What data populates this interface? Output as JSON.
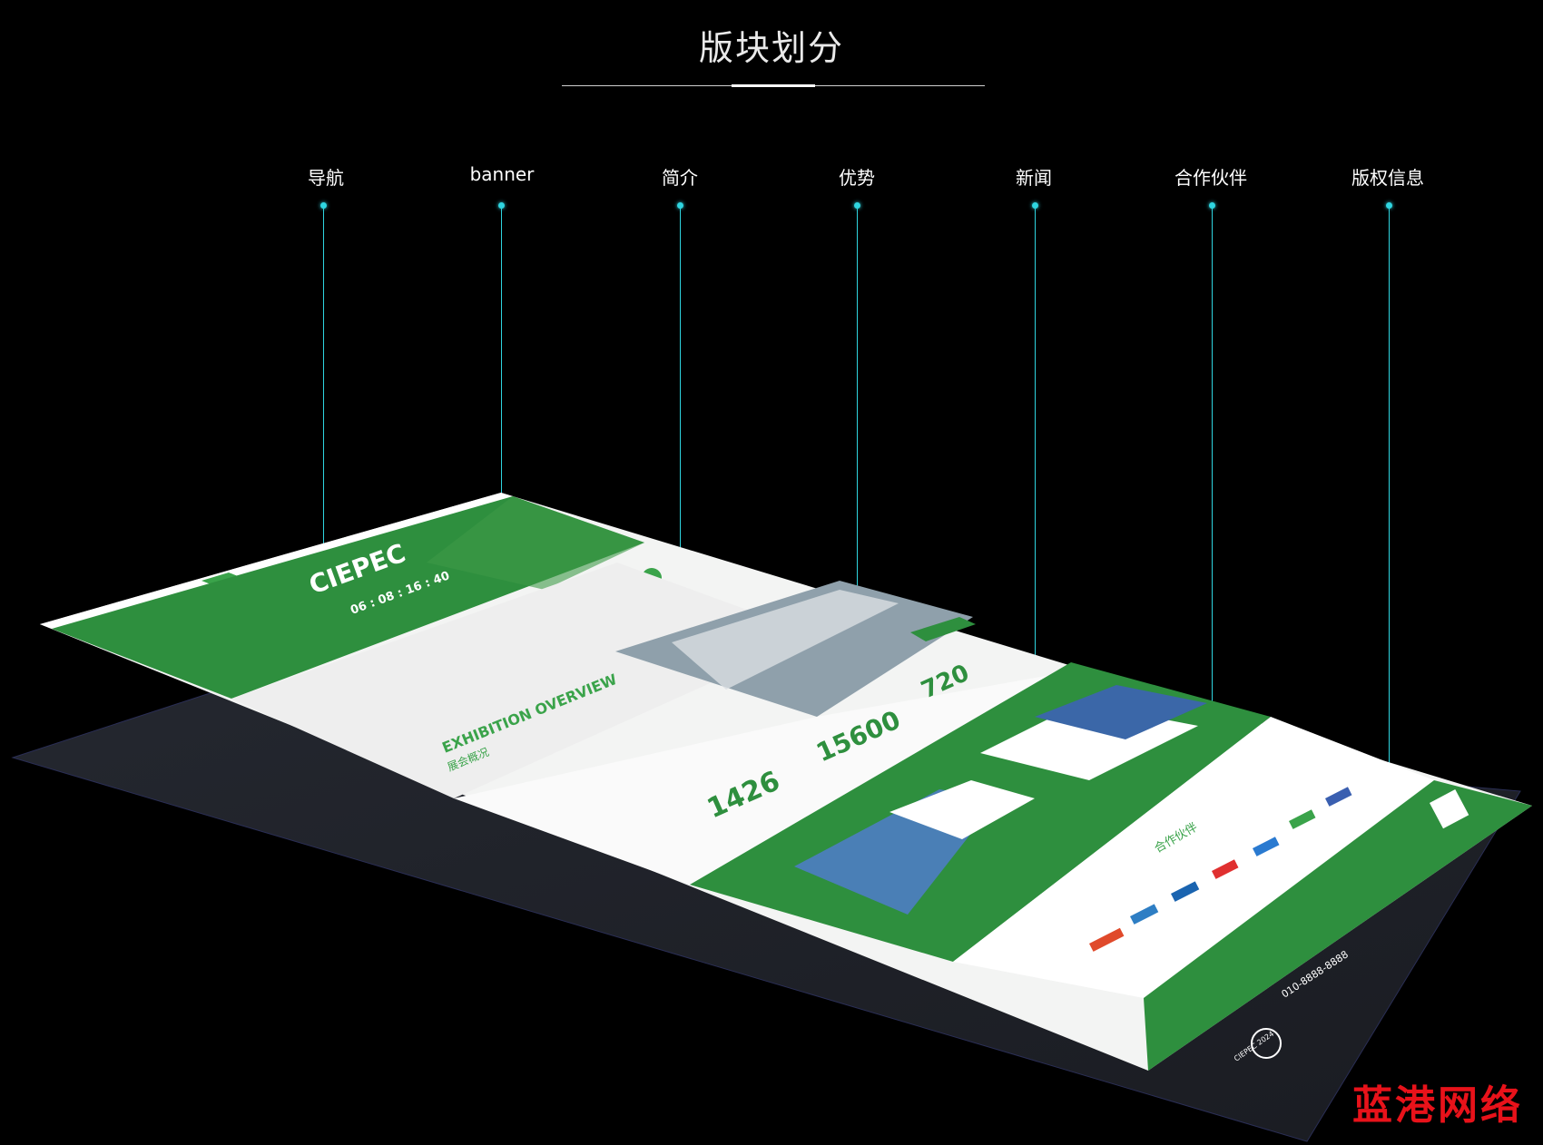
{
  "heading": "版块划分",
  "sections": [
    {
      "label": "导航"
    },
    {
      "label": "banner"
    },
    {
      "label": "简介"
    },
    {
      "label": "优势"
    },
    {
      "label": "新闻"
    },
    {
      "label": "合作伙伴"
    },
    {
      "label": "版权信息"
    }
  ],
  "mockup": {
    "brand": "CIEPEC",
    "countdown": "06 : 08 : 16 : 40",
    "overview_en": "EXHIBITION OVERVIEW",
    "overview_cn": "展会概况",
    "stats": [
      {
        "value": "1426"
      },
      {
        "value": "15600"
      },
      {
        "value": "720"
      }
    ],
    "partners_title": "合作伙伴",
    "phone": "010-8888-8888",
    "footer_logo": "CIEPEC 2024"
  },
  "watermark": "蓝港网络",
  "colors": {
    "accent_line": "#2fd5e0",
    "green": "#2e8f3e",
    "green_light": "#4caf50",
    "background": "#000000",
    "watermark": "#e8121a"
  }
}
